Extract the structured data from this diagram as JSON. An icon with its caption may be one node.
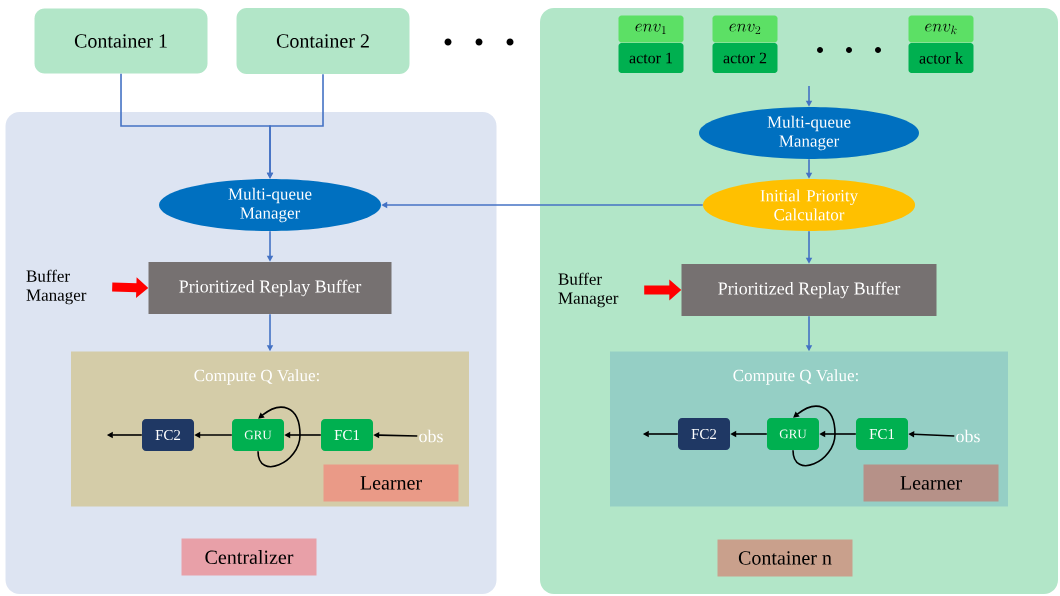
{
  "diagram": {
    "nodes": [
      {
        "text": [
          "Container 1"
        ]
      },
      {
        "text": [
          "Container 2"
        ]
      },
      {
        "text": [],
        "shape": "box"
      },
      {
        "text": [
          "Multi-queue Manager"
        ],
        "in": 2
      },
      {
        "text": [
          "Buffer Manager"
        ],
        "in": 2
      },
      {
        "text": [
          "Prioritized Replay Buffer"
        ],
        "in": 2
      },
      {
        "text": [
          "Compute Q Value:"
        ],
        "in": 2
      },
      {
        "text": [
          "FC2"
        ],
        "in": 6
      },
      {
        "text": [
          "GRU"
        ],
        "in": 6
      },
      {
        "text": [
          "FC1"
        ],
        "in": 6
      },
      {
        "text": [
          "obs"
        ],
        "in": 6
      },
      {
        "text": [
          "Learner"
        ],
        "in": 6
      },
      {
        "text": [
          "Centralizer"
        ],
        "in": 2
      },
      {
        "text": [],
        "shape": "box"
      },
      {
        "text": [
          "env_1"
        ],
        "in": 13
      },
      {
        "text": [
          "actor 1"
        ],
        "in": 13
      },
      {
        "text": [
          "env_2"
        ],
        "in": 13
      },
      {
        "text": [
          "actor 2"
        ],
        "in": 13
      },
      {
        "text": [
          "env_k"
        ],
        "in": 13
      },
      {
        "text": [
          "actor k"
        ],
        "in": 13
      },
      {
        "text": [
          "Multi-queue Manager"
        ],
        "in": 13
      },
      {
        "text": [
          "Initial Priority Calculator"
        ],
        "in": 13
      },
      {
        "text": [
          "Buffer Manager"
        ],
        "in": 13
      },
      {
        "text": [
          "Prioritized Replay Buffer"
        ],
        "in": 13
      },
      {
        "text": [
          "Compute Q Value:"
        ],
        "in": 13
      },
      {
        "text": [
          "FC2"
        ],
        "in": 24
      },
      {
        "text": [
          "GRU"
        ],
        "in": 24
      },
      {
        "text": [
          "FC1"
        ],
        "in": 24
      },
      {
        "text": [
          "obs"
        ],
        "in": 24
      },
      {
        "text": [
          "Learner"
        ],
        "in": 24
      },
      {
        "text": [
          "Container n"
        ],
        "in": 13
      }
    ],
    "edges": [
      {
        "from": 0,
        "to": 3,
        "arrow": "to",
        "color": "#4472c4"
      },
      {
        "from": 1,
        "to": 3,
        "arrow": "to",
        "color": "#4472c4"
      },
      {
        "from": 21,
        "to": 3,
        "arrow": "to",
        "color": "#4472c4"
      },
      {
        "from": 3,
        "to": 5,
        "arrow": "to",
        "color": "#4472c4"
      },
      {
        "from": 4,
        "to": 5,
        "arrow": "to",
        "style": "thick",
        "color": "#ff0000"
      },
      {
        "from": 5,
        "to": 6,
        "arrow": "to",
        "color": "#4472c4"
      },
      {
        "from": 10,
        "to": 9,
        "arrow": "to"
      },
      {
        "from": 9,
        "to": 8,
        "arrow": "to"
      },
      {
        "from": 8,
        "to": 7,
        "arrow": "to"
      },
      {
        "from": 7,
        "to": null,
        "arrow": "to"
      },
      {
        "from": 8,
        "to": 8,
        "arrow": "to"
      },
      {
        "from": null,
        "to": 20,
        "arrow": "to",
        "color": "#4472c4"
      },
      {
        "from": 20,
        "to": 21,
        "arrow": "to",
        "color": "#4472c4"
      },
      {
        "from": 21,
        "to": 23,
        "arrow": "to",
        "color": "#4472c4"
      },
      {
        "from": 22,
        "to": 23,
        "arrow": "to",
        "style": "thick",
        "color": "#ff0000"
      },
      {
        "from": 23,
        "to": 24,
        "arrow": "to",
        "color": "#4472c4"
      },
      {
        "from": 28,
        "to": 27,
        "arrow": "to"
      },
      {
        "from": 27,
        "to": 26,
        "arrow": "to"
      },
      {
        "from": 26,
        "to": 25,
        "arrow": "to"
      },
      {
        "from": 25,
        "to": null,
        "arrow": "to"
      },
      {
        "from": 26,
        "to": 26,
        "arrow": "to"
      }
    ]
  }
}
